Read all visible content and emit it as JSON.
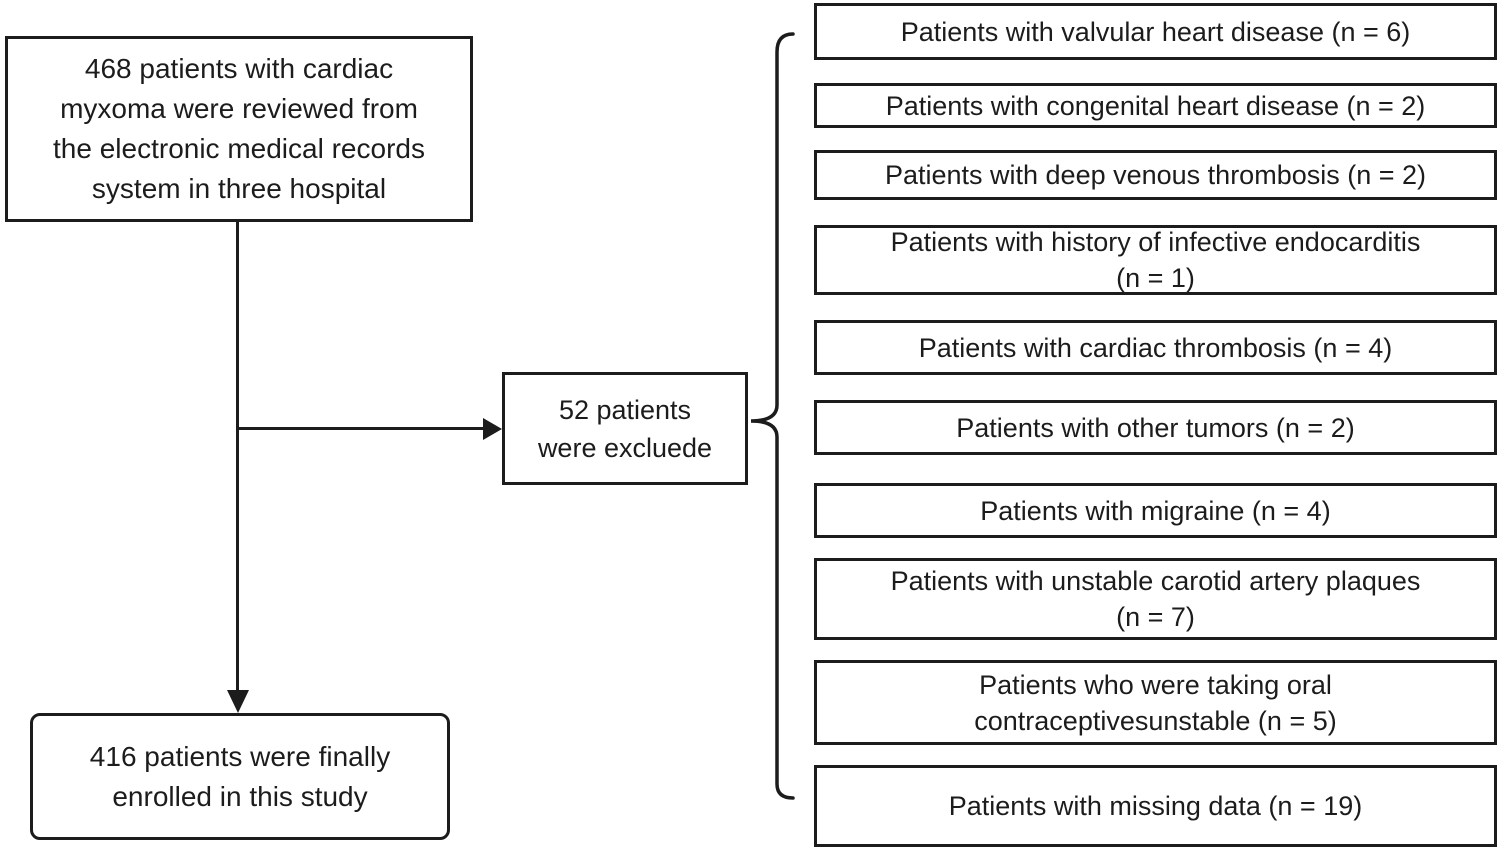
{
  "flowchart": {
    "reviewed_box": {
      "lines": [
        "468 patients with cardiac",
        "myxoma were reviewed from",
        "the electronic medical records",
        "system in three hospital"
      ]
    },
    "excluded_box": {
      "lines": [
        "52 patients",
        "were excluede"
      ]
    },
    "enrolled_box": {
      "lines": [
        "416 patients were finally",
        "enrolled in this study"
      ]
    },
    "exclusions": [
      {
        "lines": [
          "Patients with valvular heart disease (n = 6)"
        ]
      },
      {
        "lines": [
          "Patients with congenital heart disease (n = 2)"
        ]
      },
      {
        "lines": [
          "Patients with deep venous thrombosis (n = 2)"
        ]
      },
      {
        "lines": [
          "Patients with history of infective endocarditis",
          "(n = 1)"
        ]
      },
      {
        "lines": [
          "Patients with cardiac thrombosis (n = 4)"
        ]
      },
      {
        "lines": [
          "Patients with other tumors (n = 2)"
        ]
      },
      {
        "lines": [
          "Patients with migraine (n = 4)"
        ]
      },
      {
        "lines": [
          "Patients with unstable carotid artery plaques",
          "(n = 7)"
        ]
      },
      {
        "lines": [
          "Patients who were taking oral",
          "contraceptivesunstable (n = 5)"
        ]
      },
      {
        "lines": [
          "Patients with missing data (n = 19)"
        ]
      }
    ],
    "counts": {
      "reviewed": 468,
      "excluded": 52,
      "enrolled": 416
    },
    "colors": {
      "line": "#1c1c1c",
      "text": "#1c1c1c",
      "background": "#ffffff"
    }
  }
}
